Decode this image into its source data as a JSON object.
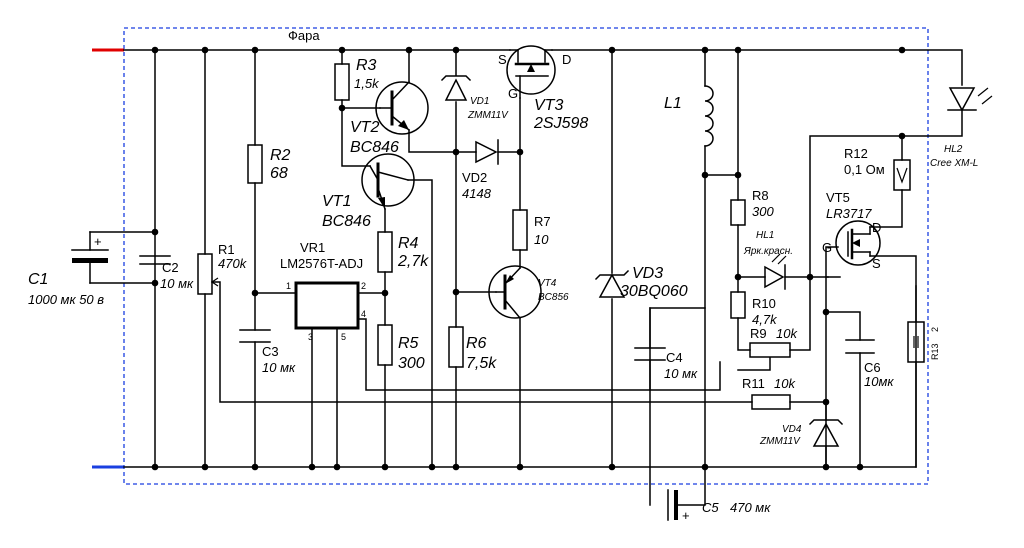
{
  "title": "Фара",
  "colors": {
    "positive_rail": "#e00000",
    "negative_rail": "#1a3fe0",
    "frame": "#1a3fe0",
    "wire": "#000000"
  },
  "components": {
    "C1": {
      "ref": "C1",
      "value": "1000 мк 50 в",
      "polarity": "+"
    },
    "C2": {
      "ref": "C2",
      "value": "10 мк"
    },
    "R1": {
      "ref": "R1",
      "value": "470k"
    },
    "R2": {
      "ref": "R2",
      "value": "68"
    },
    "C3": {
      "ref": "C3",
      "value": "10 мк"
    },
    "VR1": {
      "ref": "VR1",
      "value": "LM2576T-ADJ",
      "pins": [
        "1",
        "2",
        "3",
        "4",
        "5"
      ]
    },
    "R3": {
      "ref": "R3",
      "value": "1,5k"
    },
    "VT2": {
      "ref": "VT2",
      "value": "BC846"
    },
    "VT1": {
      "ref": "VT1",
      "value": "BC846"
    },
    "R4": {
      "ref": "R4",
      "value": "2,7k"
    },
    "R5": {
      "ref": "R5",
      "value": "300"
    },
    "VD1": {
      "ref": "VD1",
      "value": "ZMM11V"
    },
    "VD2": {
      "ref": "VD2",
      "value": "4148"
    },
    "R6": {
      "ref": "R6",
      "value": "7,5k"
    },
    "VT3": {
      "ref": "VT3",
      "value": "2SJ598",
      "pins": [
        "S",
        "D",
        "G"
      ]
    },
    "R7": {
      "ref": "R7",
      "value": "10"
    },
    "VT4": {
      "ref": "VT4",
      "value": "BC856"
    },
    "VD3": {
      "ref": "VD3",
      "value": "30BQ060"
    },
    "L1": {
      "ref": "L1"
    },
    "C4": {
      "ref": "C4",
      "value": "10 мк"
    },
    "C5": {
      "ref": "C5",
      "value": "470 мк",
      "polarity": "+"
    },
    "R8": {
      "ref": "R8",
      "value": "300"
    },
    "HL1": {
      "ref": "HL1",
      "value": "Ярк.красн."
    },
    "R10": {
      "ref": "R10",
      "value": "4,7k"
    },
    "R9": {
      "ref": "R9",
      "value": "10k"
    },
    "R11": {
      "ref": "R11",
      "value": "10k"
    },
    "VD4": {
      "ref": "VD4",
      "value": "ZMM11V"
    },
    "R12": {
      "ref": "R12",
      "value": "0,1 Ом"
    },
    "VT5": {
      "ref": "VT5",
      "value": "LR3717",
      "pins": [
        "G",
        "D",
        "S"
      ]
    },
    "C6": {
      "ref": "C6",
      "value": "10мк"
    },
    "R13": {
      "ref": "R13",
      "value": "2"
    },
    "HL2": {
      "ref": "HL2",
      "value": "Cree XM-L"
    }
  }
}
